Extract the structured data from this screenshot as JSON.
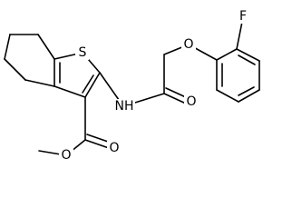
{
  "molecule": {
    "atom_labels": {
      "sulfur": "S",
      "fluorine": "F",
      "ether_oxygen": "O",
      "amide_nitrogen": "NH",
      "amide_oxygen": "O",
      "ester_carbonyl_oxygen": "O",
      "ester_oxygen": "O"
    },
    "colors": {
      "bond": "#000000",
      "label": "#000000",
      "background": "#ffffff"
    }
  }
}
